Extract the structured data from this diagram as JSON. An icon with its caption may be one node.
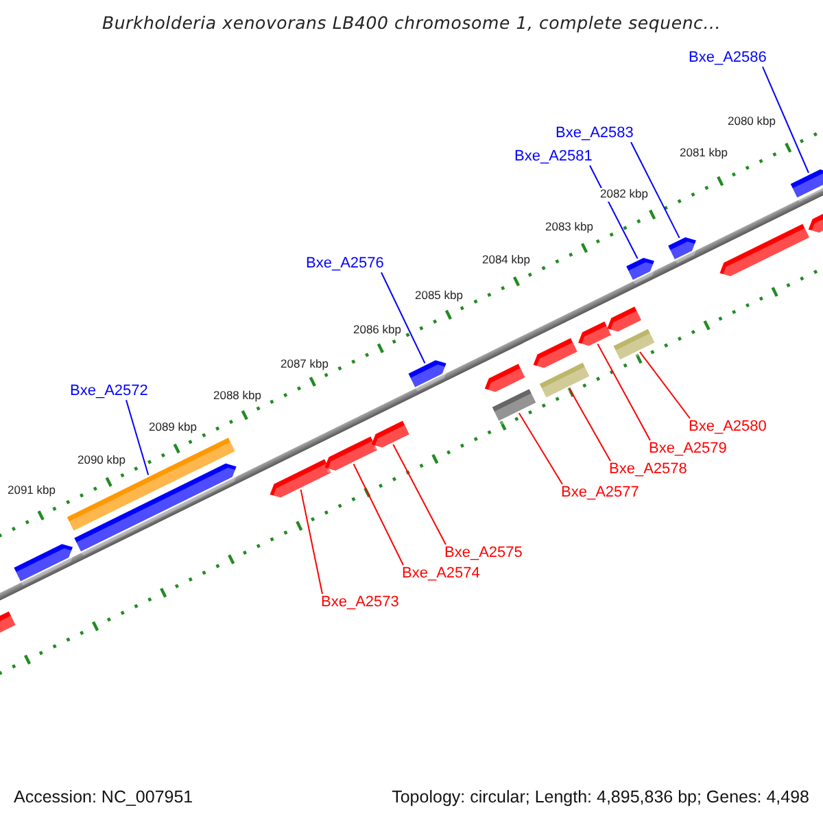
{
  "diagram": {
    "title": "Burkholderia xenovorans LB400 chromosome 1, complete sequenc...",
    "nodes": [
      {
        "text": [
          "Bxe_A2586"
        ]
      },
      {
        "text": [
          "Bxe_A2583"
        ]
      },
      {
        "text": [
          "Bxe_A2581"
        ]
      },
      {
        "text": [
          "Bxe_A2576"
        ]
      },
      {
        "text": [
          "Bxe_A2572"
        ]
      },
      {
        "text": [
          "Bxe_A2580"
        ]
      },
      {
        "text": [
          "Bxe_A2579"
        ]
      },
      {
        "text": [
          "Bxe_A2578"
        ]
      },
      {
        "text": [
          "Bxe_A2577"
        ]
      },
      {
        "text": [
          "Bxe_A2575"
        ]
      },
      {
        "text": [
          "Bxe_A2574"
        ]
      },
      {
        "text": [
          "Bxe_A2573"
        ]
      },
      {
        "text": [],
        "shape": "bar"
      },
      {
        "text": [],
        "shape": "arrow"
      },
      {
        "text": [],
        "shape": "arrow"
      },
      {
        "text": [],
        "shape": "arrow"
      },
      {
        "text": [],
        "shape": "arrow"
      },
      {
        "text": [],
        "shape": "bar"
      },
      {
        "text": [],
        "shape": "bar"
      },
      {
        "text": [],
        "shape": "arrow"
      },
      {
        "text": [],
        "shape": "bar"
      },
      {
        "text": [],
        "shape": "arrow"
      },
      {
        "text": [],
        "shape": "arrow"
      },
      {
        "text": [],
        "shape": "arrow"
      },
      {
        "text": [],
        "shape": "arrow"
      },
      {
        "text": [],
        "shape": "arrow"
      },
      {
        "text": [],
        "shape": "arrow"
      },
      {
        "text": [],
        "shape": "arrow"
      },
      {
        "text": [],
        "shape": "arrow"
      },
      {
        "text": [],
        "shape": "arrow"
      },
      {
        "text": [],
        "shape": "arrow"
      },
      {
        "text": [],
        "shape": "arrow"
      }
    ],
    "edges": [
      {
        "from": 0,
        "to": 23,
        "arrow": "none",
        "color": "#0000ff"
      },
      {
        "from": 1,
        "to": 22,
        "arrow": "none",
        "color": "#0000ff"
      },
      {
        "from": 2,
        "to": 21,
        "arrow": "none",
        "color": "#0000ff"
      },
      {
        "from": 3,
        "to": 16,
        "arrow": "none",
        "color": "#0000ff"
      },
      {
        "from": 4,
        "to": 12,
        "arrow": "none",
        "color": "#0000ff"
      },
      {
        "from": 5,
        "to": 20,
        "arrow": "none",
        "color": "#ff0000"
      },
      {
        "from": 6,
        "to": 19,
        "arrow": "none",
        "color": "#ff0000"
      },
      {
        "from": 7,
        "to": 18,
        "arrow": "none",
        "color": "#ff0000"
      },
      {
        "from": 8,
        "to": 17,
        "arrow": "none",
        "color": "#ff0000"
      },
      {
        "from": 9,
        "to": 15,
        "arrow": "none",
        "color": "#ff0000"
      },
      {
        "from": 10,
        "to": 14,
        "arrow": "none",
        "color": "#ff0000"
      },
      {
        "from": 11,
        "to": 13,
        "arrow": "none",
        "color": "#ff0000"
      }
    ],
    "labels": [
      "2080 kbp",
      "2081 kbp",
      "2082 kbp",
      "2083 kbp",
      "2084 kbp",
      "2085 kbp",
      "2086 kbp",
      "2087 kbp",
      "2088 kbp",
      "2089 kbp",
      "2090 kbp",
      "2091 kbp",
      "Accession: NC_007951",
      "Topology: circular; Length: 4,895,836 bp; Genes: 4,498"
    ]
  }
}
